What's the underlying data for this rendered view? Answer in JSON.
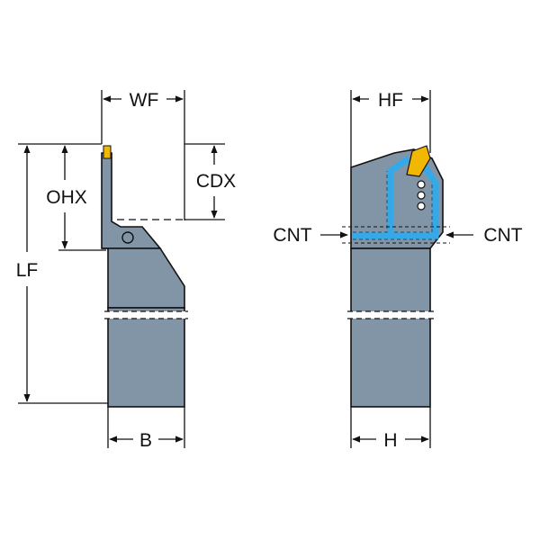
{
  "colors": {
    "body": "#8295a7",
    "body_dark": "#6b7f92",
    "coolant": "#35a9e8",
    "insert": "#f2b700",
    "line": "#111111",
    "background": "#ffffff"
  },
  "labels": {
    "wf": "WF",
    "cdx": "CDX",
    "ohx": "OHX",
    "lf": "LF",
    "b": "B",
    "hf": "HF",
    "cnt_left": "CNT",
    "cnt_right": "CNT",
    "h": "H"
  }
}
